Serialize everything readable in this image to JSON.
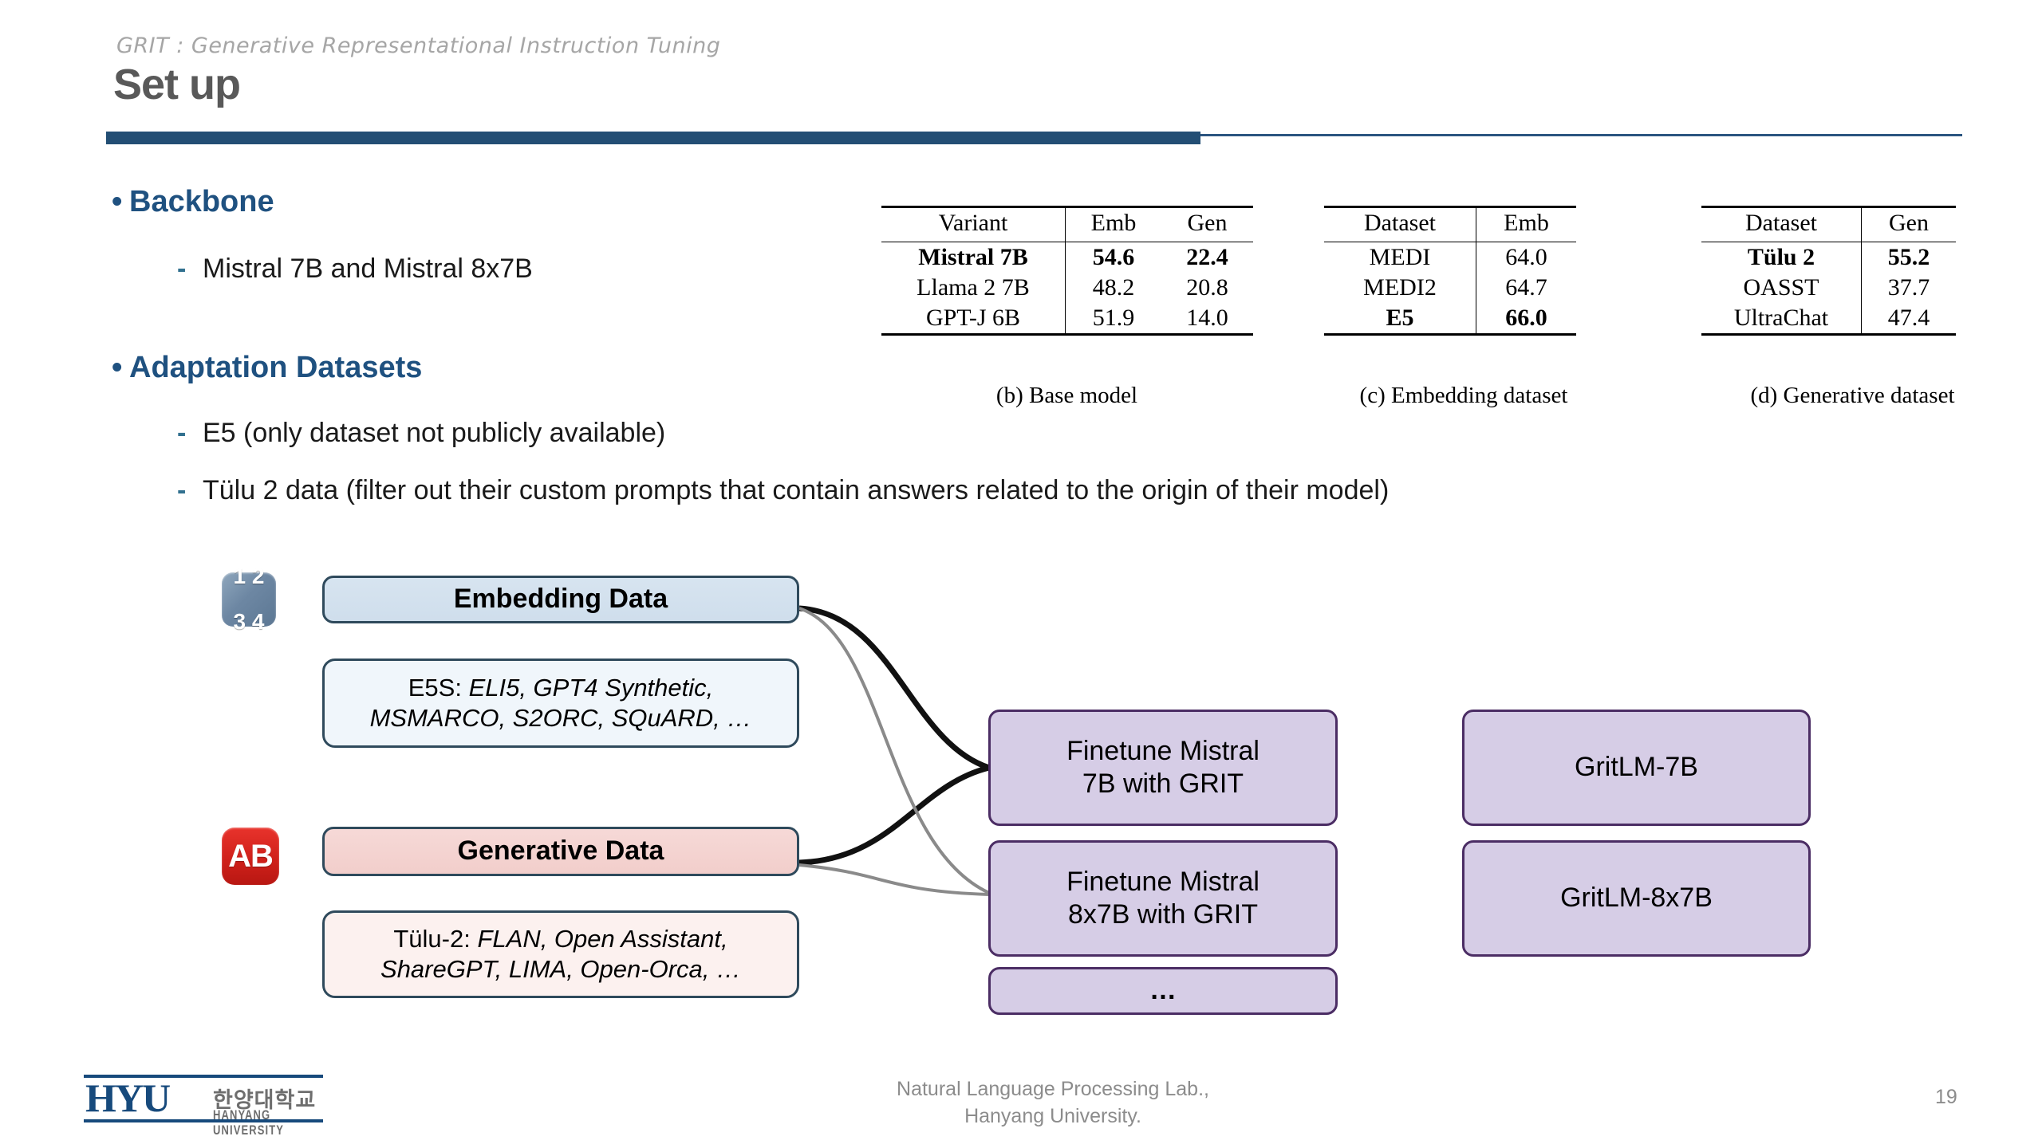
{
  "header": {
    "kicker": "GRIT : Generative Representational Instruction Tuning",
    "title": "Set up",
    "accent_color": "#234e74",
    "rule_color": "#2b5580"
  },
  "bullets": [
    {
      "level": 1,
      "marker": "•",
      "text": "Backbone"
    },
    {
      "level": 2,
      "marker": "-",
      "text": "Mistral 7B and Mistral 8x7B"
    },
    {
      "level": 1,
      "marker": "•",
      "text": "Adaptation Datasets"
    },
    {
      "level": 2,
      "marker": "-",
      "text": "E5 (only dataset not publicly available)"
    },
    {
      "level": 2,
      "marker": "-",
      "text": "Tülu 2 data (filter out their custom prompts that contain answers related to the origin of their model)"
    }
  ],
  "tables": [
    {
      "id": "base-model",
      "caption": "(b)  Base model",
      "columns": [
        "Variant",
        "Emb",
        "Gen"
      ],
      "rows": [
        {
          "cells": [
            "Mistral 7B",
            "54.6",
            "22.4"
          ],
          "bold": true
        },
        {
          "cells": [
            "Llama 2 7B",
            "48.2",
            "20.8"
          ],
          "bold": false
        },
        {
          "cells": [
            "GPT-J 6B",
            "51.9",
            "14.0"
          ],
          "bold": false
        }
      ]
    },
    {
      "id": "embedding-dataset",
      "caption": "(c)  Embedding dataset",
      "columns": [
        "Dataset",
        "Emb"
      ],
      "rows": [
        {
          "cells": [
            "MEDI",
            "64.0"
          ],
          "bold": false
        },
        {
          "cells": [
            "MEDI2",
            "64.7"
          ],
          "bold": false
        },
        {
          "cells": [
            "E5",
            "66.0"
          ],
          "bold": true
        }
      ]
    },
    {
      "id": "generative-dataset",
      "caption": "(d)  Generative dataset",
      "columns": [
        "Dataset",
        "Gen"
      ],
      "rows": [
        {
          "cells": [
            "Tülu 2",
            "55.2"
          ],
          "bold": true
        },
        {
          "cells": [
            "OASST",
            "37.7"
          ],
          "bold": false
        },
        {
          "cells": [
            "UltraChat",
            "47.4"
          ],
          "bold": false
        }
      ]
    }
  ],
  "diagram": {
    "embedding": {
      "icon": "numbered-list-icon",
      "icon_text_top": "1 2",
      "icon_text_bottom": "3 4",
      "header": "Embedding Data",
      "body_label": "E5S",
      "body_items": "ELI5, GPT4 Synthetic, MSMARCO, S2ORC, SQuARD, …",
      "header_color": "#d7e4f0",
      "body_color": "#f0f6fb"
    },
    "generative": {
      "icon": "ab-text-icon",
      "icon_text": "AB",
      "header": "Generative Data",
      "body_label": "Tülu-2",
      "body_items": "FLAN, Open Assistant, ShareGPT, LIMA, Open-Orca, …",
      "header_color": "#f2cecb",
      "body_color": "#fcf1ef",
      "icon_color": "#d0211b"
    },
    "process_nodes": [
      {
        "id": "finetune-7b",
        "line1": "Finetune Mistral",
        "line2": "7B with GRIT"
      },
      {
        "id": "finetune-8x7b",
        "line1": "Finetune Mistral",
        "line2": "8x7B with GRIT"
      },
      {
        "id": "more",
        "line1": "…",
        "line2": ""
      }
    ],
    "output_nodes": [
      {
        "id": "gritlm-7b",
        "label": "GritLM-7B"
      },
      {
        "id": "gritlm-8x7b",
        "label": "GritLM-8x7B"
      }
    ],
    "node_color": "#d6cde6",
    "node_border": "#4b2d64"
  },
  "footer": {
    "lab_line1": "Natural Language Processing Lab.,",
    "lab_line2": "Hanyang University.",
    "page_number": "19",
    "logo": {
      "mark": "HYU",
      "korean": "한양대학교",
      "english": "HANYANG UNIVERSITY",
      "color": "#174a7c"
    }
  }
}
